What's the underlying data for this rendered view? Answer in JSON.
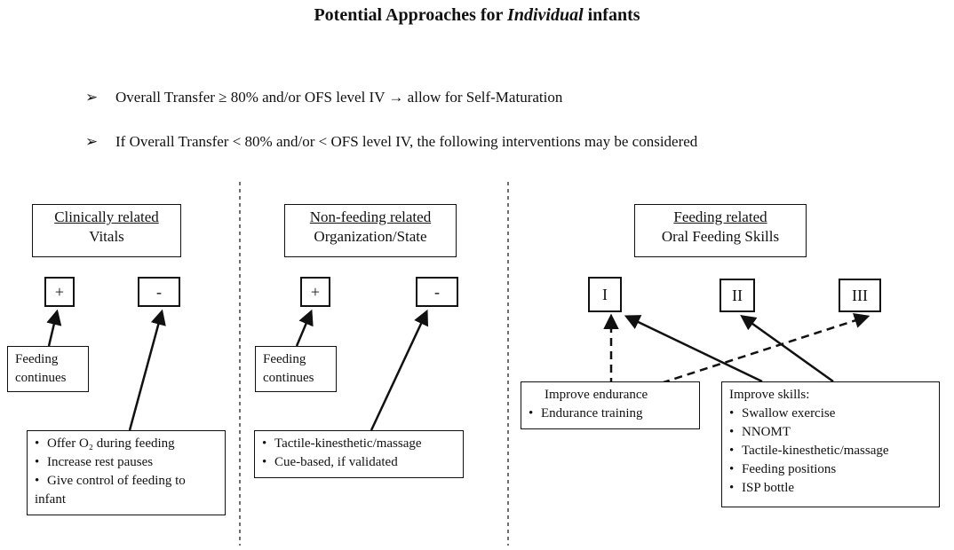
{
  "title": {
    "prefix": "Potential Approaches  for ",
    "emph": "Individual",
    "suffix": " infants"
  },
  "criteria": [
    {
      "marker": "➢",
      "text": "Overall  Transfer ≥ 80% and/or OFS level  IV → allow for Self-Maturation"
    },
    {
      "marker": "➢",
      "text": "If Overall Transfer < 80% and/or < OFS level  IV, the following  interventions  may be considered"
    }
  ],
  "columns": [
    {
      "heading": "Clinically related",
      "subheading": "Vitals",
      "plus": "+",
      "minus": "-",
      "plus_note": [
        "Feeding",
        "continues"
      ],
      "minus_items": [
        "Offer O₂ during  feeding",
        "Increase rest pauses",
        "Give control of feeding to"
      ],
      "minus_cont": "infant"
    },
    {
      "heading": "Non-feeding related",
      "subheading": "Organization/State",
      "plus": "+",
      "minus": "-",
      "plus_note": [
        "Feeding",
        "continues"
      ],
      "minus_items": [
        "Tactile-kinesthetic/massage",
        "Cue-based, if validated"
      ]
    },
    {
      "heading": "Feeding related",
      "subheading": "Oral Feeding Skills",
      "levels": [
        "I",
        "II",
        "III"
      ],
      "endurance": {
        "title": "Improve endurance",
        "items": [
          "Endurance  training"
        ]
      },
      "skills": {
        "title": "Improve skills:",
        "items": [
          "Swallow  exercise",
          "NNOMT",
          "Tactile-kinesthetic/massage",
          "Feeding positions",
          "ISP bottle"
        ]
      }
    }
  ]
}
